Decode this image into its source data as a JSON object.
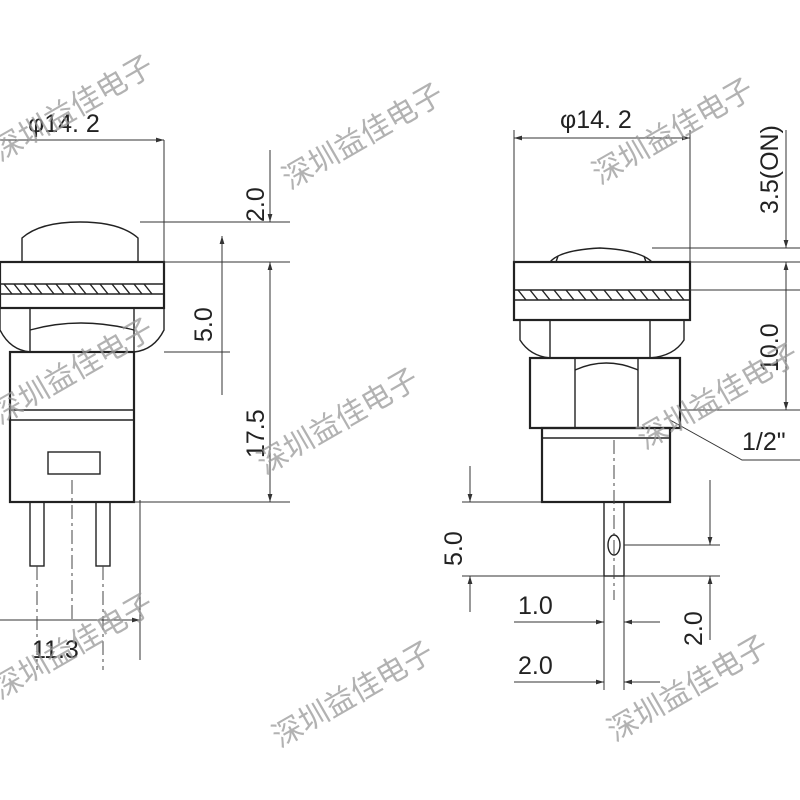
{
  "left_view": {
    "dia_label": "φ14. 2",
    "dim_2_0": "2.0",
    "dim_5_0": "5.0",
    "dim_17_5": "17.5",
    "dim_11_3": "11.3"
  },
  "right_view": {
    "dia_label": "φ14. 2",
    "dim_3_5_on": "3.5(ON)",
    "dim_10_0": "10.0",
    "thread_label": "1/2\"",
    "dim_5_0": "5.0",
    "dim_1_0": "1.0",
    "dim_2_0_vertical": "2.0",
    "dim_2_0_bottom": "2.0"
  },
  "watermark": "深圳益佳电子"
}
